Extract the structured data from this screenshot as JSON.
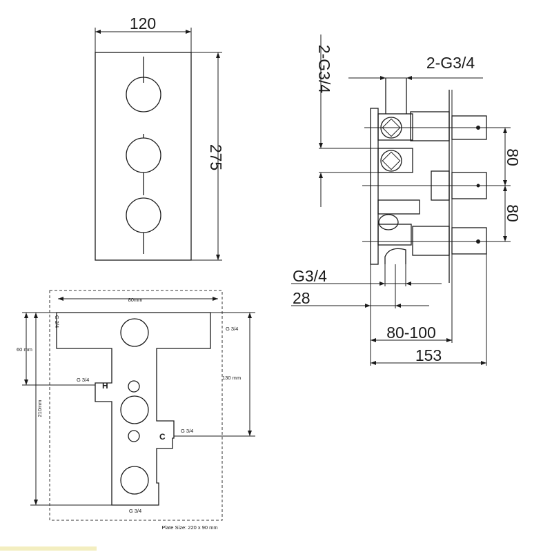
{
  "front_view": {
    "width_label": "120",
    "height_label": "275"
  },
  "side_view": {
    "top_vertical_label": "2-G3/4",
    "top_horizontal_label": "2-G3/4",
    "spacing_upper_label": "80",
    "spacing_lower_label": "80",
    "bottom_thread_label": "G3/4",
    "bottom_offset_label": "28",
    "depth_range_label": "80-100",
    "total_depth_label": "153"
  },
  "plan_view": {
    "width_label": "80mm",
    "top_left_port_label": "G 3/4",
    "top_right_port_label": "G 3/4",
    "left_height_label": "60 mm",
    "hot_port_label": "G 3/4",
    "hot_marker": "H",
    "right_height_label": "130 mm",
    "total_height_label": "210mm",
    "cold_port_label": "G 3/4",
    "cold_marker": "C",
    "bottom_port_label": "G 3/4",
    "plate_size_label": "Plate Size: 220 x 90 mm"
  },
  "colors": {
    "line": "#1a1a1a",
    "background": "#ffffff",
    "accent_strip": "#f3eec0"
  }
}
